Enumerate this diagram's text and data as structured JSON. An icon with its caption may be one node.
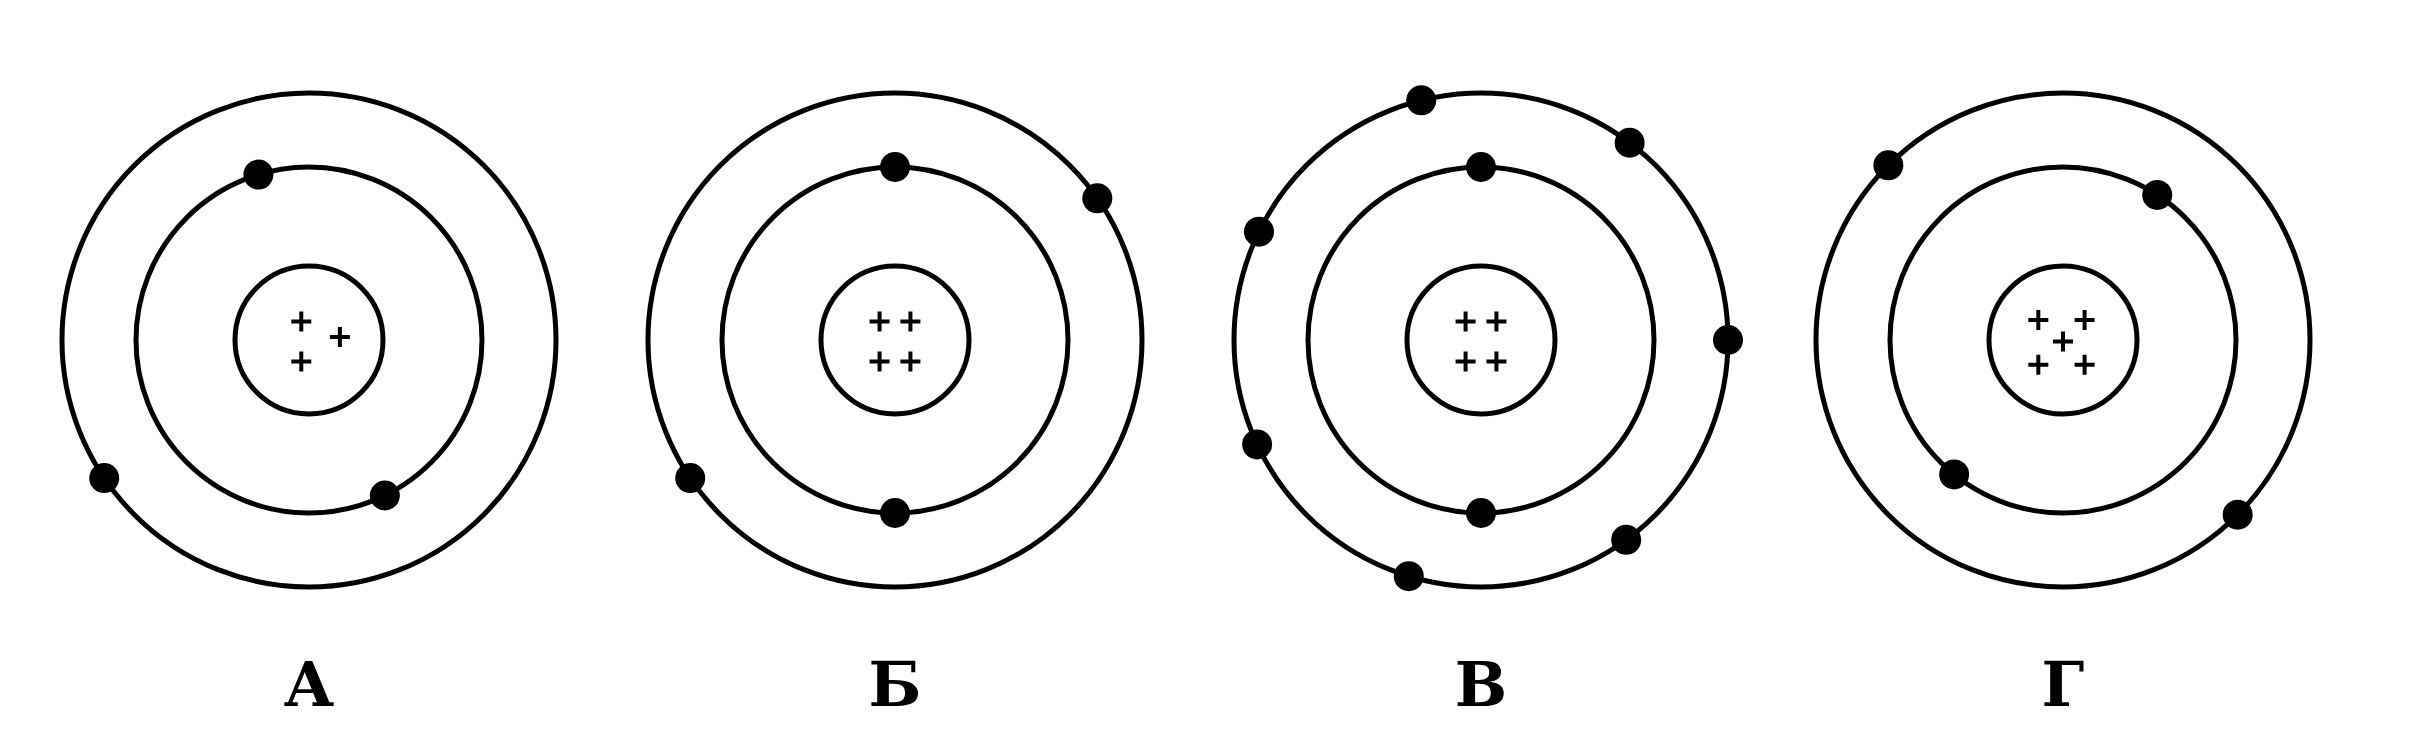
{
  "diagram": {
    "labels": [
      "А",
      "Б",
      "В",
      "Г"
    ]
  }
}
